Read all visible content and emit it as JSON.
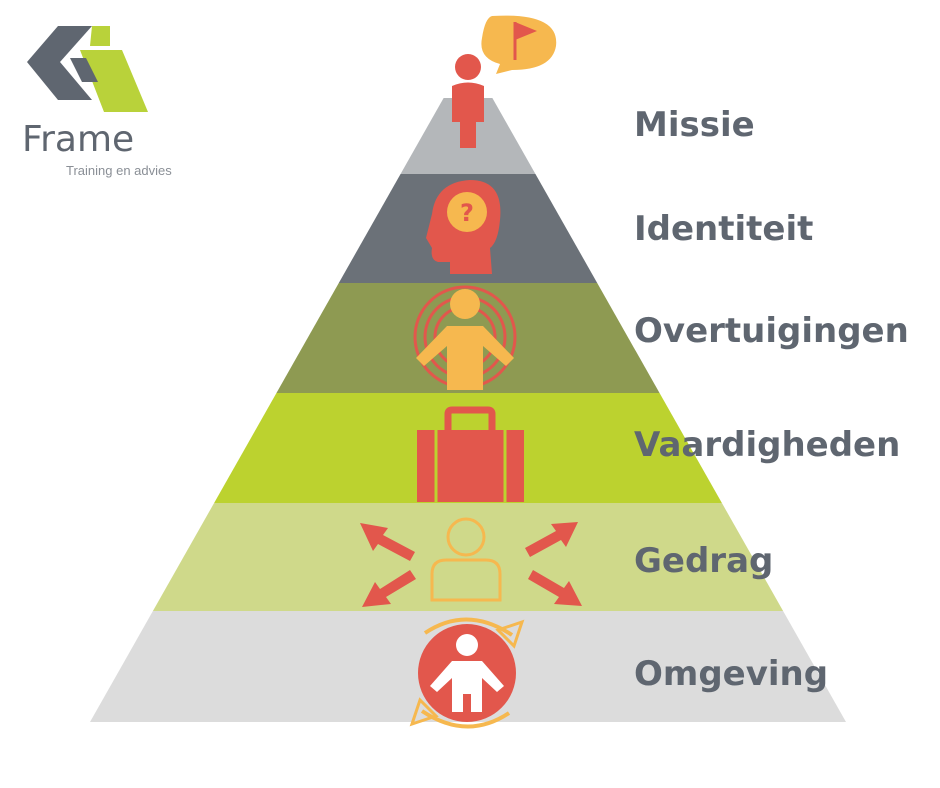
{
  "logo": {
    "name": "Frame",
    "tagline": "Training en advies",
    "colors": {
      "grey": "#5f6670",
      "green": "#b9d23a"
    }
  },
  "colors": {
    "icon_red": "#e2574c",
    "icon_yellow": "#f6b84f",
    "label": "#5f6670"
  },
  "levels": [
    {
      "label": "Missie",
      "color": "#b4b7ba",
      "icon": "person-flag-icon"
    },
    {
      "label": "Identiteit",
      "color": "#6b7178",
      "icon": "head-question-icon"
    },
    {
      "label": "Overtuigingen",
      "color": "#8e9a52",
      "icon": "person-target-icon"
    },
    {
      "label": "Vaardigheden",
      "color": "#bcd22f",
      "icon": "briefcase-icon"
    },
    {
      "label": "Gedrag",
      "color": "#cfd98a",
      "icon": "person-arrows-icon"
    },
    {
      "label": "Omgeving",
      "color": "#dcdcdc",
      "icon": "person-cycle-icon"
    }
  ]
}
